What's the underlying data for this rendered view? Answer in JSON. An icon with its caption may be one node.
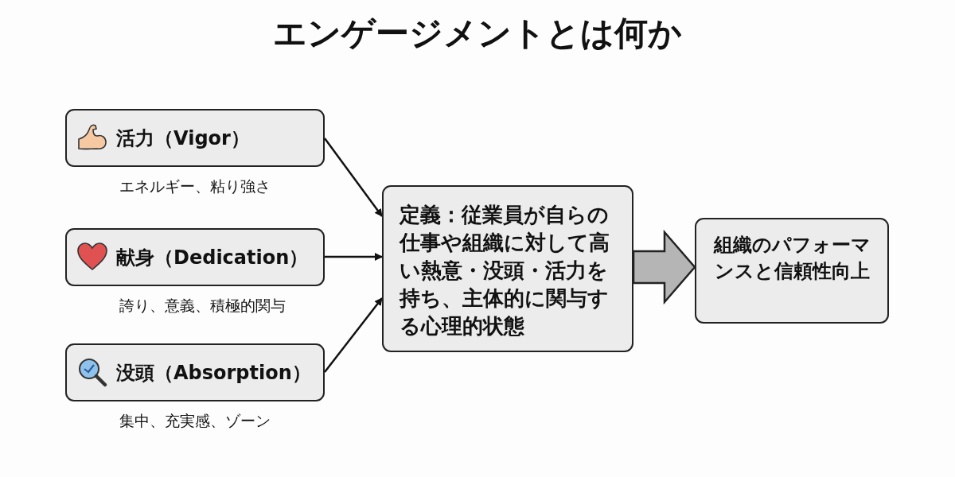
{
  "diagram": {
    "title": "エンゲージメントとは何か",
    "nodes": [
      {
        "text": [
          "活力（Vigor）"
        ],
        "beside": [
          "エネルギー、粘り強さ"
        ]
      },
      {
        "text": [
          "献身（Dedication）"
        ],
        "beside": [
          "誇り、意義、積極的関与"
        ]
      },
      {
        "text": [
          "没頭（Absorption）"
        ],
        "beside": [
          "集中、充実感、ゾーン"
        ]
      },
      {
        "text": [
          "定義：従業員が自らの仕事や組織に対して高い熱意・没頭・活力を持ち、主体的に関与する心理的状態"
        ]
      },
      {
        "text": [
          "組織のパフォーマンスと信頼性向上"
        ]
      }
    ],
    "edges": [
      {
        "from": 0,
        "to": 3,
        "arrow": "to"
      },
      {
        "from": 1,
        "to": 3,
        "arrow": "to"
      },
      {
        "from": 2,
        "to": 3,
        "arrow": "to"
      },
      {
        "from": 3,
        "to": 4,
        "arrow": "to",
        "style": "thick",
        "color": "#b5b5b5"
      }
    ]
  }
}
